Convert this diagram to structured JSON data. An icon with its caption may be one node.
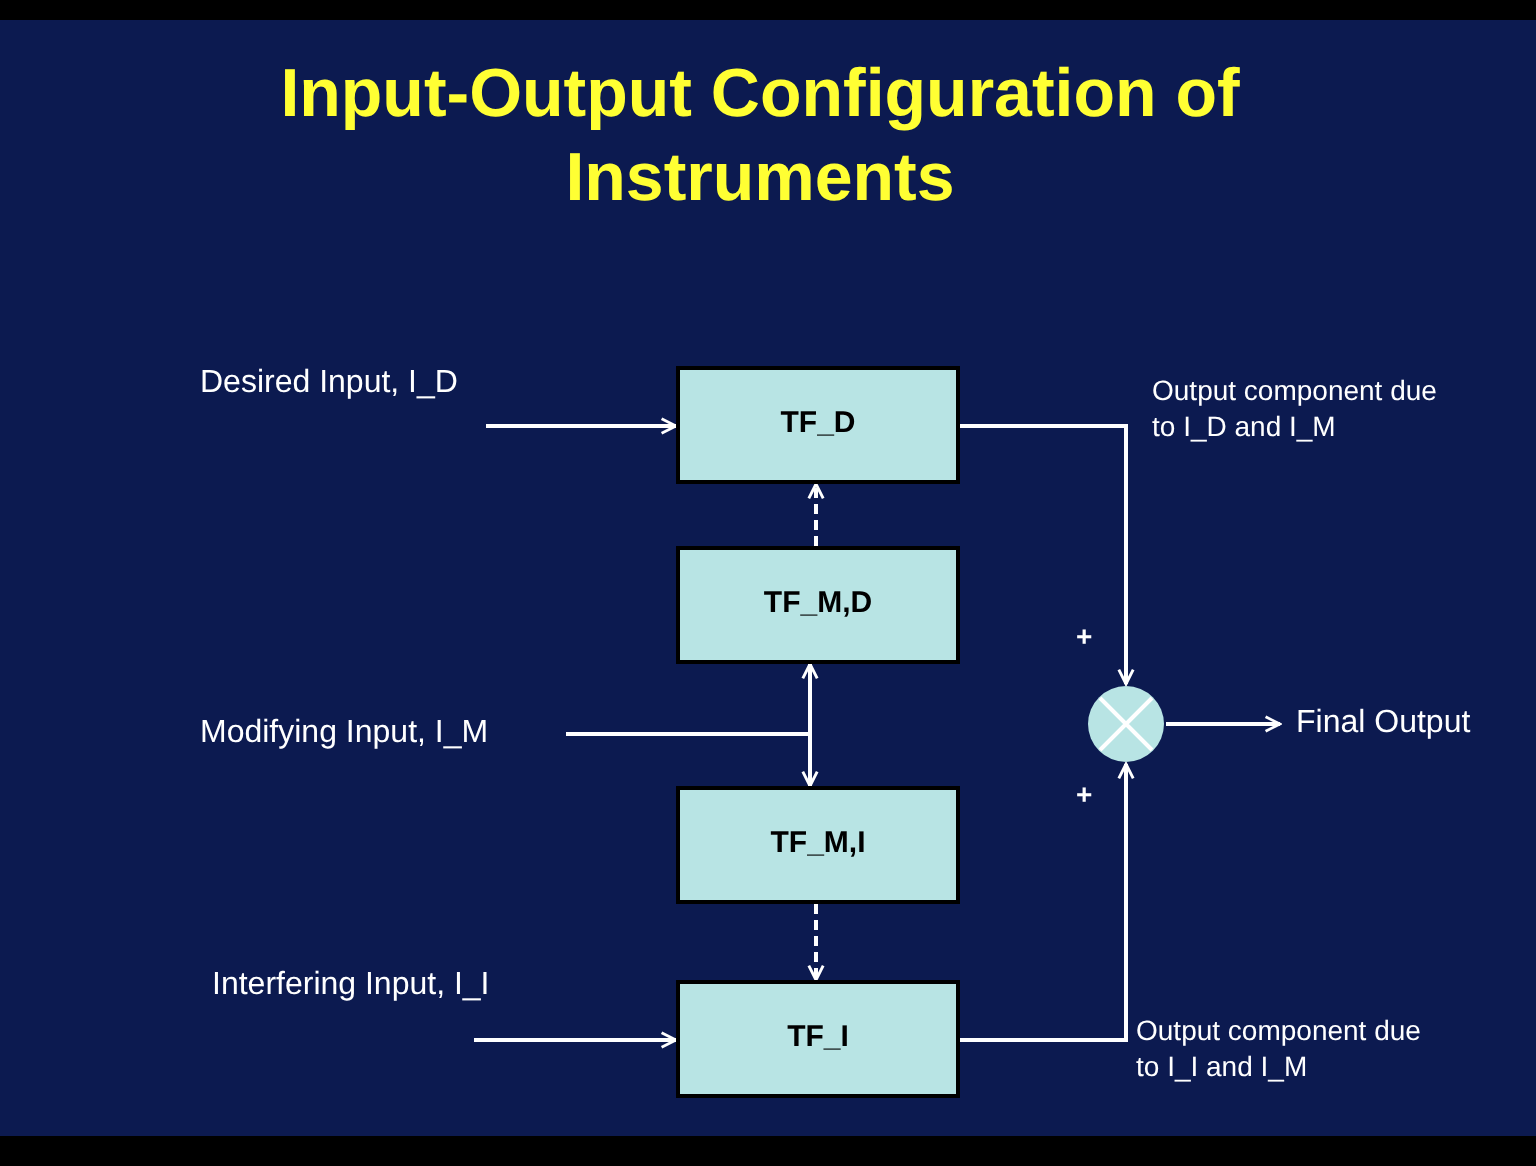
{
  "diagram": {
    "title": "Input-Output Configuration of Instruments",
    "nodes": [
      {
        "text": [
          "Desired Input, I_D"
        ]
      },
      {
        "text": [
          "TF_D"
        ]
      },
      {
        "text": [
          "TF_M,D"
        ]
      },
      {
        "text": [
          "Modifying Input, I_M"
        ]
      },
      {
        "text": [
          "TF_M,I"
        ]
      },
      {
        "text": [
          "Interfering Input, I_I"
        ]
      },
      {
        "text": [
          "TF_I"
        ]
      },
      {
        "text": [],
        "shape": "circle"
      },
      {
        "text": [
          "Final Output"
        ]
      }
    ],
    "edges": [
      {
        "from": 0,
        "to": 1,
        "arrow": "to"
      },
      {
        "from": 2,
        "to": 1,
        "arrow": "to",
        "style": "dashed"
      },
      {
        "from": 3,
        "to": 2,
        "arrow": "to"
      },
      {
        "from": 3,
        "to": 4,
        "arrow": "to"
      },
      {
        "from": 4,
        "to": 6,
        "arrow": "to",
        "style": "dashed"
      },
      {
        "from": 5,
        "to": 6,
        "arrow": "to"
      },
      {
        "from": 1,
        "to": 7,
        "arrow": "to"
      },
      {
        "from": 6,
        "to": 7,
        "arrow": "to"
      },
      {
        "from": 7,
        "to": 8,
        "arrow": "to"
      }
    ],
    "labels": [
      "Output component due to  I_D and I_M",
      "+",
      "+",
      "Output component due to  I_I and I_M"
    ]
  }
}
